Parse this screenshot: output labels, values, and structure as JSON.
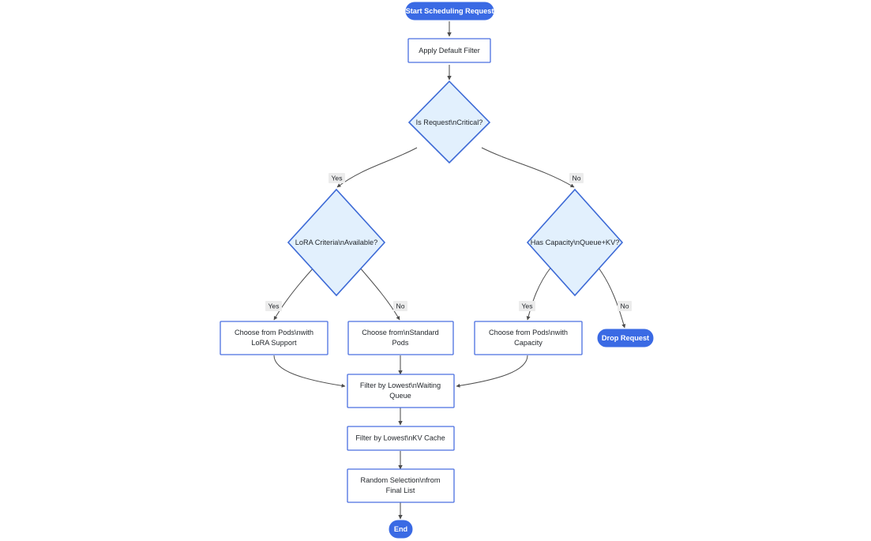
{
  "diagram": {
    "type": "flowchart",
    "direction": "top-down",
    "background": "#ffffff",
    "colors": {
      "terminal_fill": "#3a6ae4",
      "terminal_text": "#ffffff",
      "process_fill": "#ffffff",
      "process_stroke": "#4a6fe0",
      "decision_fill": "#e2f0fd",
      "decision_stroke": "#3d6ad6",
      "edge_stroke": "#4d4d4d",
      "edge_label_bg": "#ececec",
      "text": "#1f2328"
    },
    "nodes": {
      "start": {
        "label": "Start Scheduling Request",
        "shape": "stadium"
      },
      "apply_default_filter": {
        "label": "Apply Default Filter",
        "shape": "rect"
      },
      "is_request_critical": {
        "label": "Is Request\\nCritical?",
        "shape": "diamond"
      },
      "lora_criteria_available": {
        "label": "LoRA Criteria\\nAvailable?",
        "shape": "diamond"
      },
      "has_capacity": {
        "label": "Has Capacity\\nQueue+KV?",
        "shape": "diamond"
      },
      "choose_lora_pods": {
        "label_line1": "Choose from Pods\\nwith",
        "label_line2": "LoRA Support",
        "shape": "rect"
      },
      "choose_standard_pods": {
        "label_line1": "Choose from\\nStandard",
        "label_line2": "Pods",
        "shape": "rect"
      },
      "choose_capacity_pods": {
        "label_line1": "Choose from Pods\\nwith",
        "label_line2": "Capacity",
        "shape": "rect"
      },
      "drop_request": {
        "label": "Drop Request",
        "shape": "stadium"
      },
      "filter_waiting_queue": {
        "label_line1": "Filter by Lowest\\nWaiting",
        "label_line2": "Queue",
        "shape": "rect"
      },
      "filter_kv_cache": {
        "label": "Filter by Lowest\\nKV Cache",
        "shape": "rect"
      },
      "random_selection": {
        "label_line1": "Random Selection\\nfrom",
        "label_line2": "Final List",
        "shape": "rect"
      },
      "end": {
        "label": "End",
        "shape": "stadium"
      }
    },
    "edge_labels": {
      "critical_yes": "Yes",
      "critical_no": "No",
      "lora_yes": "Yes",
      "lora_no": "No",
      "capacity_yes": "Yes",
      "capacity_no": "No"
    }
  }
}
